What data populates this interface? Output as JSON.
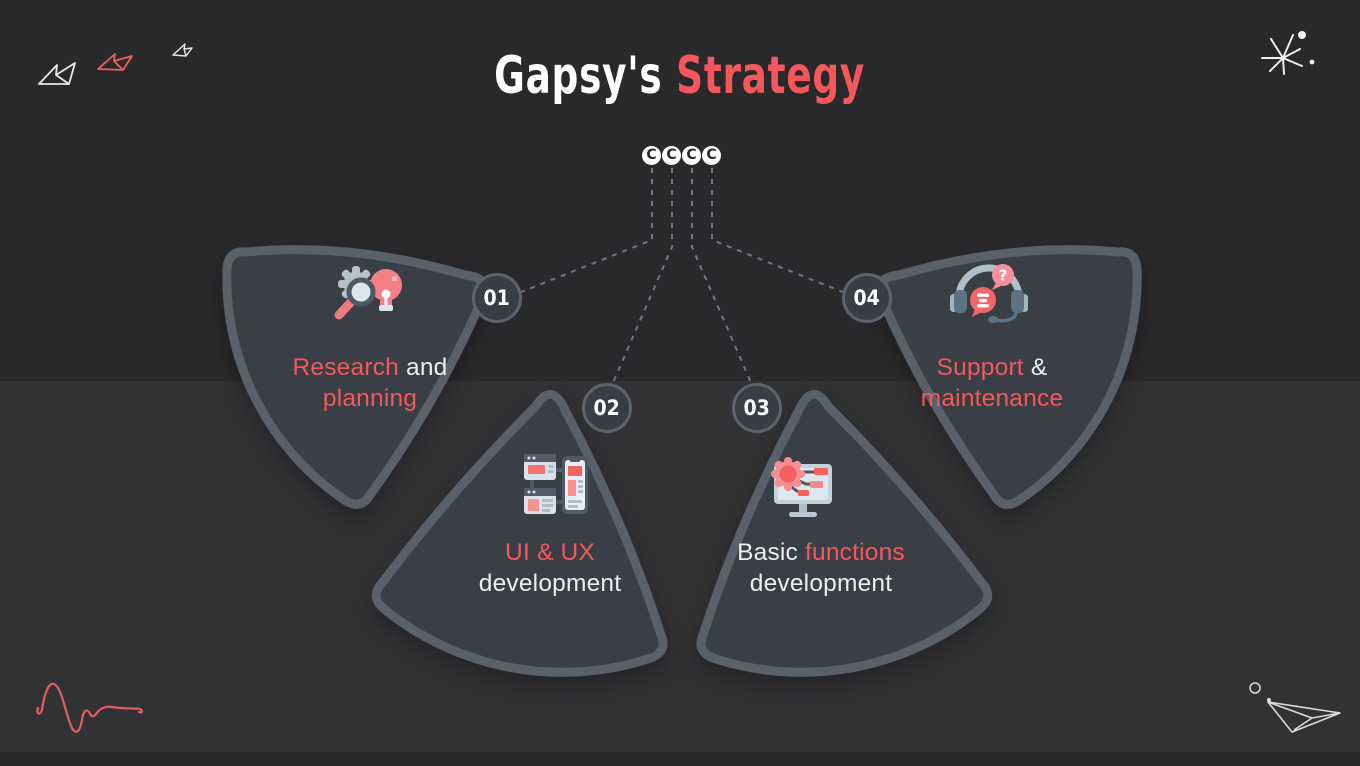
{
  "title": {
    "regular": "Gapsy's ",
    "accent": "Strategy"
  },
  "step_dots": {
    "count": 4,
    "glyph": "C"
  },
  "steps": [
    {
      "number": "01",
      "icon": "research-icon",
      "line1": [
        {
          "text": "Research",
          "accent": true
        },
        {
          "text": " and",
          "accent": false
        }
      ],
      "line2": [
        {
          "text": "planning",
          "accent": true
        }
      ]
    },
    {
      "number": "02",
      "icon": "uiux-icon",
      "line1": [
        {
          "text": "UI & UX",
          "accent": true
        }
      ],
      "line2": [
        {
          "text": "development",
          "accent": false
        }
      ]
    },
    {
      "number": "03",
      "icon": "functions-icon",
      "line1": [
        {
          "text": "Basic ",
          "accent": false
        },
        {
          "text": "functions",
          "accent": true
        }
      ],
      "line2": [
        {
          "text": "development",
          "accent": false
        }
      ]
    },
    {
      "number": "04",
      "icon": "support-icon",
      "line1": [
        {
          "text": "Support ",
          "accent": true
        },
        {
          "text": "&",
          "accent": false
        }
      ],
      "line2": [
        {
          "text": "maintenance",
          "accent": true
        }
      ]
    }
  ],
  "icon_glyphs": {
    "support_question": "?"
  },
  "colors": {
    "accent": "#f2595c",
    "background_top": "#29292b",
    "background_band": "#323235",
    "card_fill": "#3a3e45",
    "card_border": "#5a606a",
    "badge_fill": "#393d44",
    "badge_border": "#5d636d",
    "dashed_line": "#72777e",
    "text_white": "#edeff1"
  },
  "decorations": [
    "paper-planes-top-left",
    "sparkle-top-right",
    "scribble-bottom-left",
    "paper-plane-bottom-right"
  ]
}
